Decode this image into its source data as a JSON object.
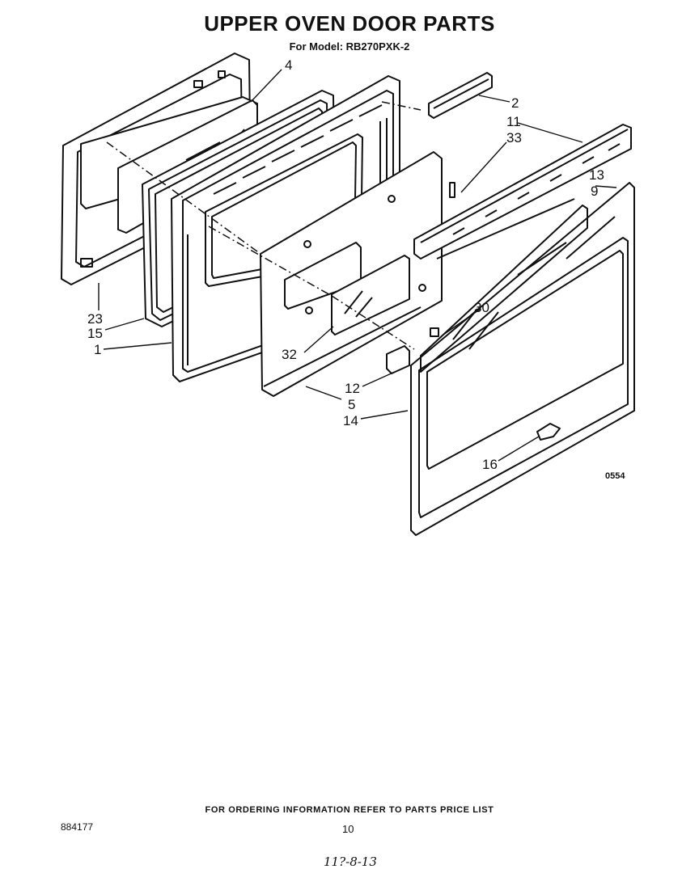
{
  "title": "UPPER OVEN DOOR PARTS",
  "subtitle": "For Model: RB270PXK-2",
  "callouts": {
    "c2": "2",
    "c4": "4",
    "c11": "11",
    "c33": "33",
    "c13": "13",
    "c9": "9",
    "c23": "23",
    "c15": "15",
    "c1": "1",
    "c30": "30",
    "c32": "32",
    "c12": "12",
    "c5": "5",
    "c14": "14",
    "c16": "16"
  },
  "diagram_code": "0554",
  "footer_note": "FOR ORDERING INFORMATION REFER TO PARTS PRICE LIST",
  "document_number": "884177",
  "page_number": "10",
  "handwritten_note": "11?-8-13"
}
